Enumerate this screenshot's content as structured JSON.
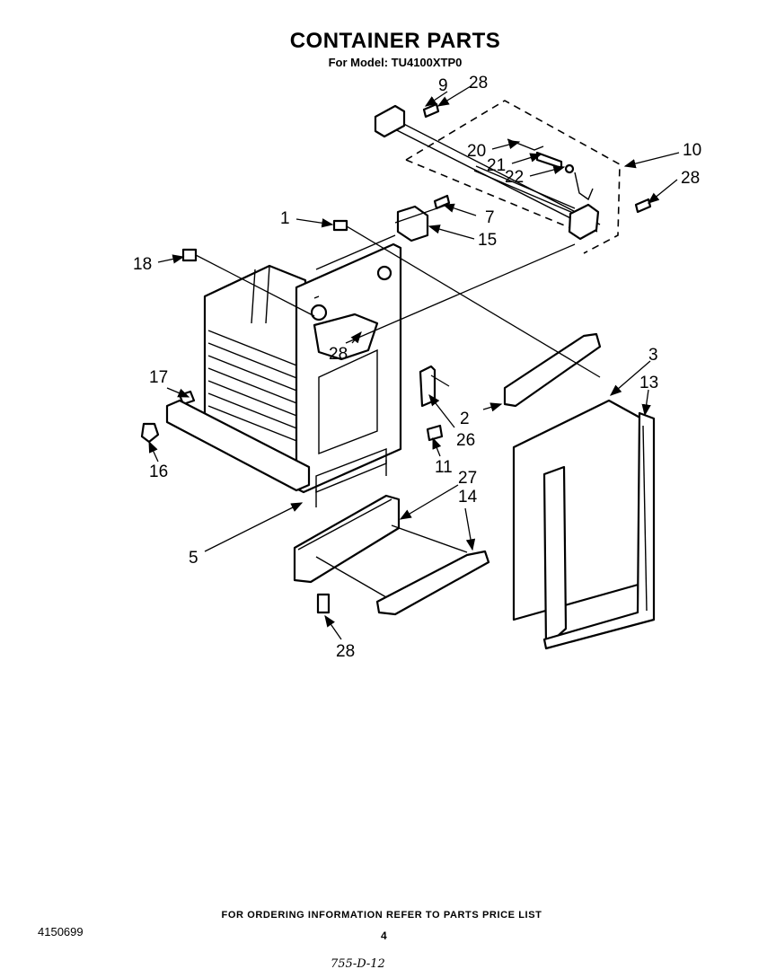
{
  "header": {
    "title": "CONTAINER PARTS",
    "subtitle": "For Model: TU4100XTP0"
  },
  "callouts": {
    "p1": "1",
    "p2": "2",
    "p3": "3",
    "p5": "5",
    "p7": "7",
    "p9": "9",
    "p10": "10",
    "p11": "11",
    "p13": "13",
    "p14": "14",
    "p15": "15",
    "p16": "16",
    "p17": "17",
    "p18": "18",
    "p20": "20",
    "p21": "21",
    "p22": "22",
    "p26": "26",
    "p27": "27",
    "p28a": "28",
    "p28b": "28",
    "p28c": "28",
    "p28d": "28"
  },
  "footer": {
    "ordering_note": "FOR ORDERING INFORMATION REFER TO PARTS PRICE LIST",
    "doc_number": "4150699",
    "page_number": "4",
    "handwritten_code": "755-D-12"
  }
}
